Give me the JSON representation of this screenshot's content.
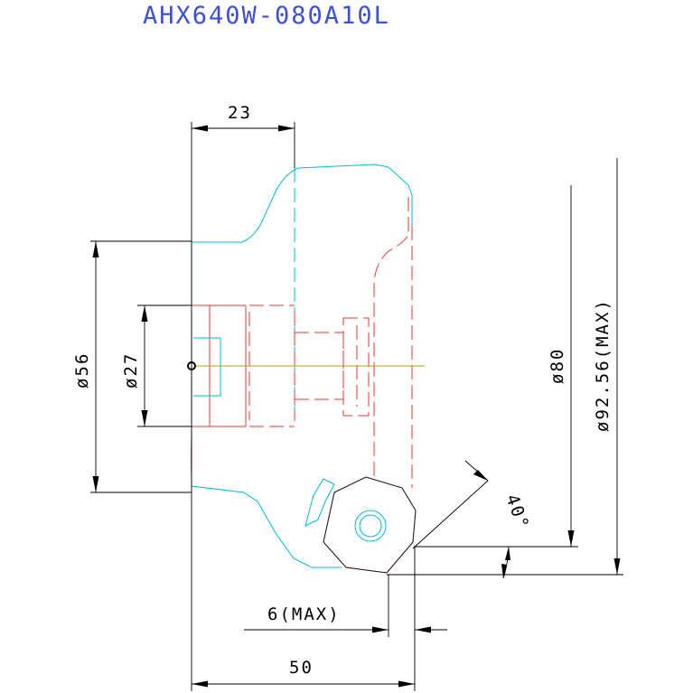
{
  "title": "AHX640W-080A10L",
  "colors": {
    "title": "#3d4fd6",
    "dimension": "#000000",
    "body_outline": "#00bcd4",
    "insert": "#e53935",
    "centerline": "#b5a000"
  },
  "dimensions": {
    "width_23": "23",
    "dia_56": "ø56",
    "dia_27": "ø27",
    "dia_80": "ø80",
    "dia_92": "ø92.56(MAX)",
    "angle_40": "40°",
    "depth_6": "6(MAX)",
    "width_50": "50"
  }
}
